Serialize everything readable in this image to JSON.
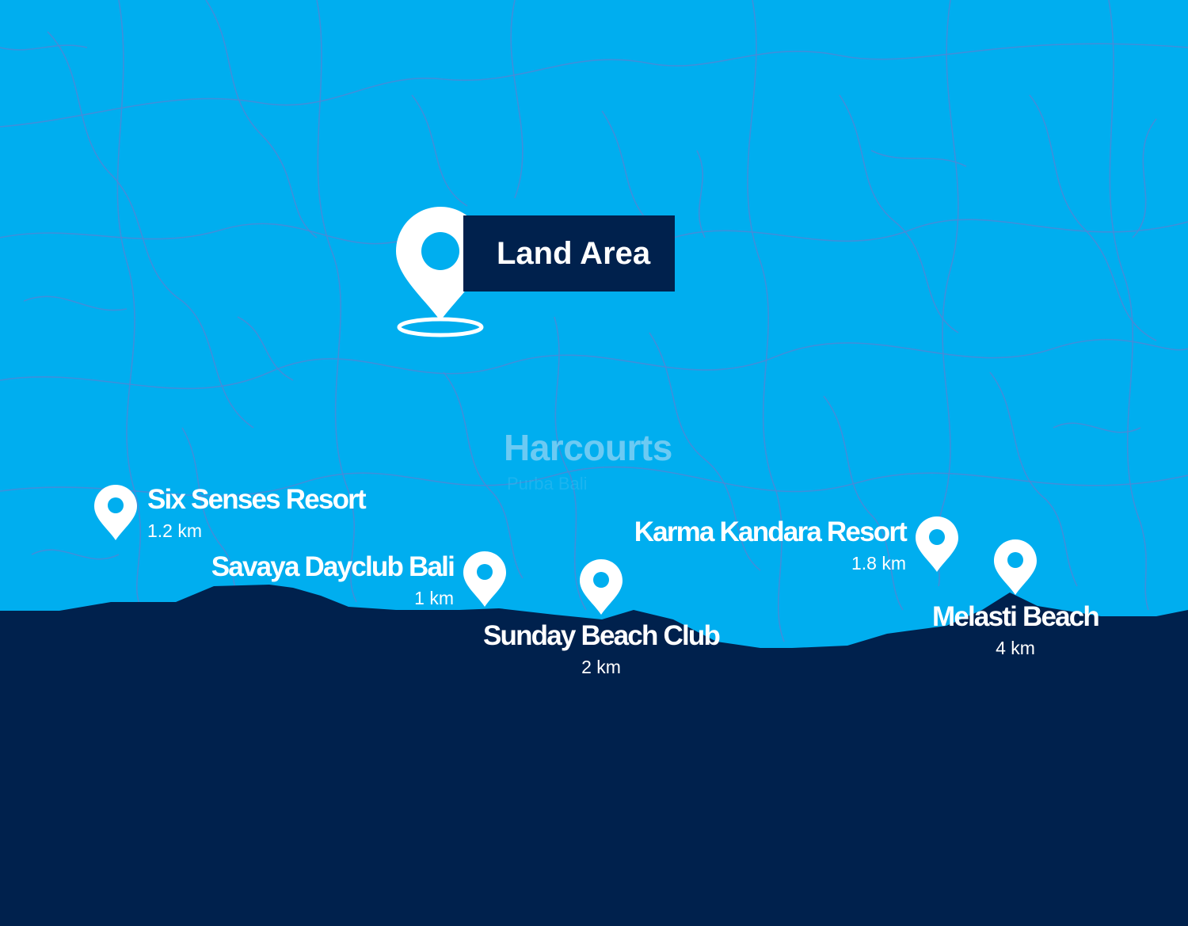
{
  "colors": {
    "land": "#00aeef",
    "sea": "#00214d",
    "streets": "#4f87d6",
    "pin": "#ffffff",
    "label_box": "#00214d"
  },
  "main_marker": {
    "label": "Land Area",
    "icon": "map-pin-icon"
  },
  "watermark": {
    "brand": "Harcourts",
    "sub": "Purba Bali"
  },
  "places": [
    {
      "id": "six-senses",
      "name": "Six Senses Resort",
      "distance": "1.2 km",
      "icon": "map-pin-icon"
    },
    {
      "id": "savaya",
      "name": "Savaya Dayclub Bali",
      "distance": "1 km",
      "icon": "map-pin-icon"
    },
    {
      "id": "sunday",
      "name": "Sunday Beach Club",
      "distance": "2 km",
      "icon": "map-pin-icon"
    },
    {
      "id": "karma",
      "name": "Karma Kandara Resort",
      "distance": "1.8 km",
      "icon": "map-pin-icon"
    },
    {
      "id": "melasti",
      "name": "Melasti Beach",
      "distance": "4 km",
      "icon": "map-pin-icon"
    }
  ]
}
